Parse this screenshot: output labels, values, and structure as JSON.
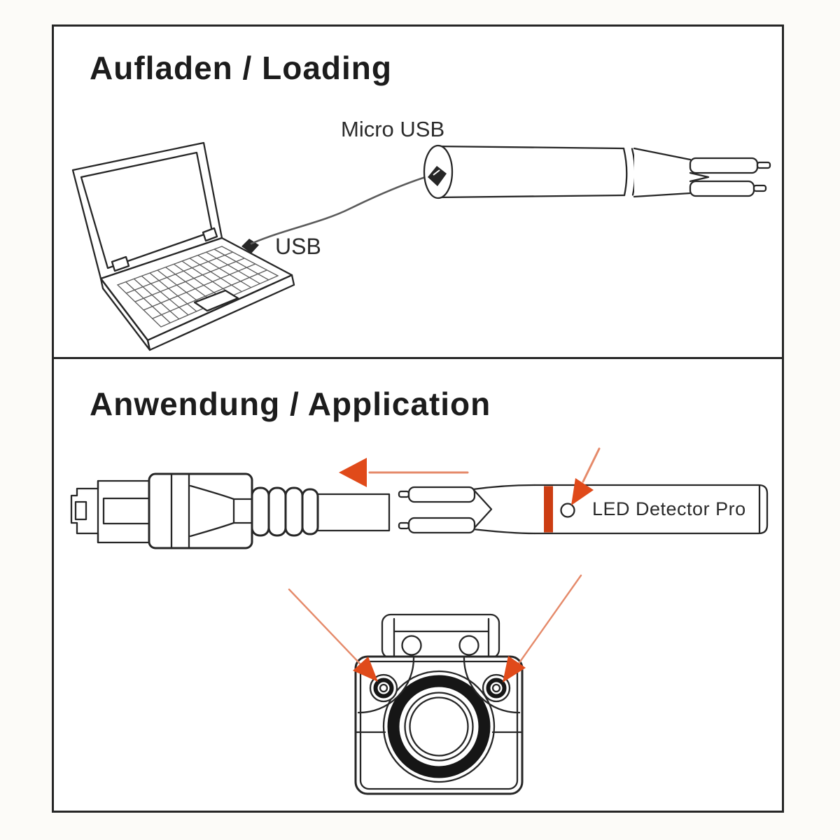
{
  "colors": {
    "background": "#fcfbf8",
    "line": "#262626",
    "keyboard_line": "#5a5a5a",
    "cable": "#5b5b5b",
    "accent_arrow": "#e04a1a",
    "arrow_tail": "#e58a6a",
    "red_band": "#cc3d12",
    "lens_dark": "#161616",
    "title_text": "#1c1c1c",
    "label_text": "#2b2b2b"
  },
  "panel_loading": {
    "title": "Aufladen / Loading",
    "micro_usb_label": "Micro USB",
    "usb_label": "USB"
  },
  "panel_application": {
    "title": "Anwendung / Application",
    "device_label": "LED Detector Pro"
  }
}
